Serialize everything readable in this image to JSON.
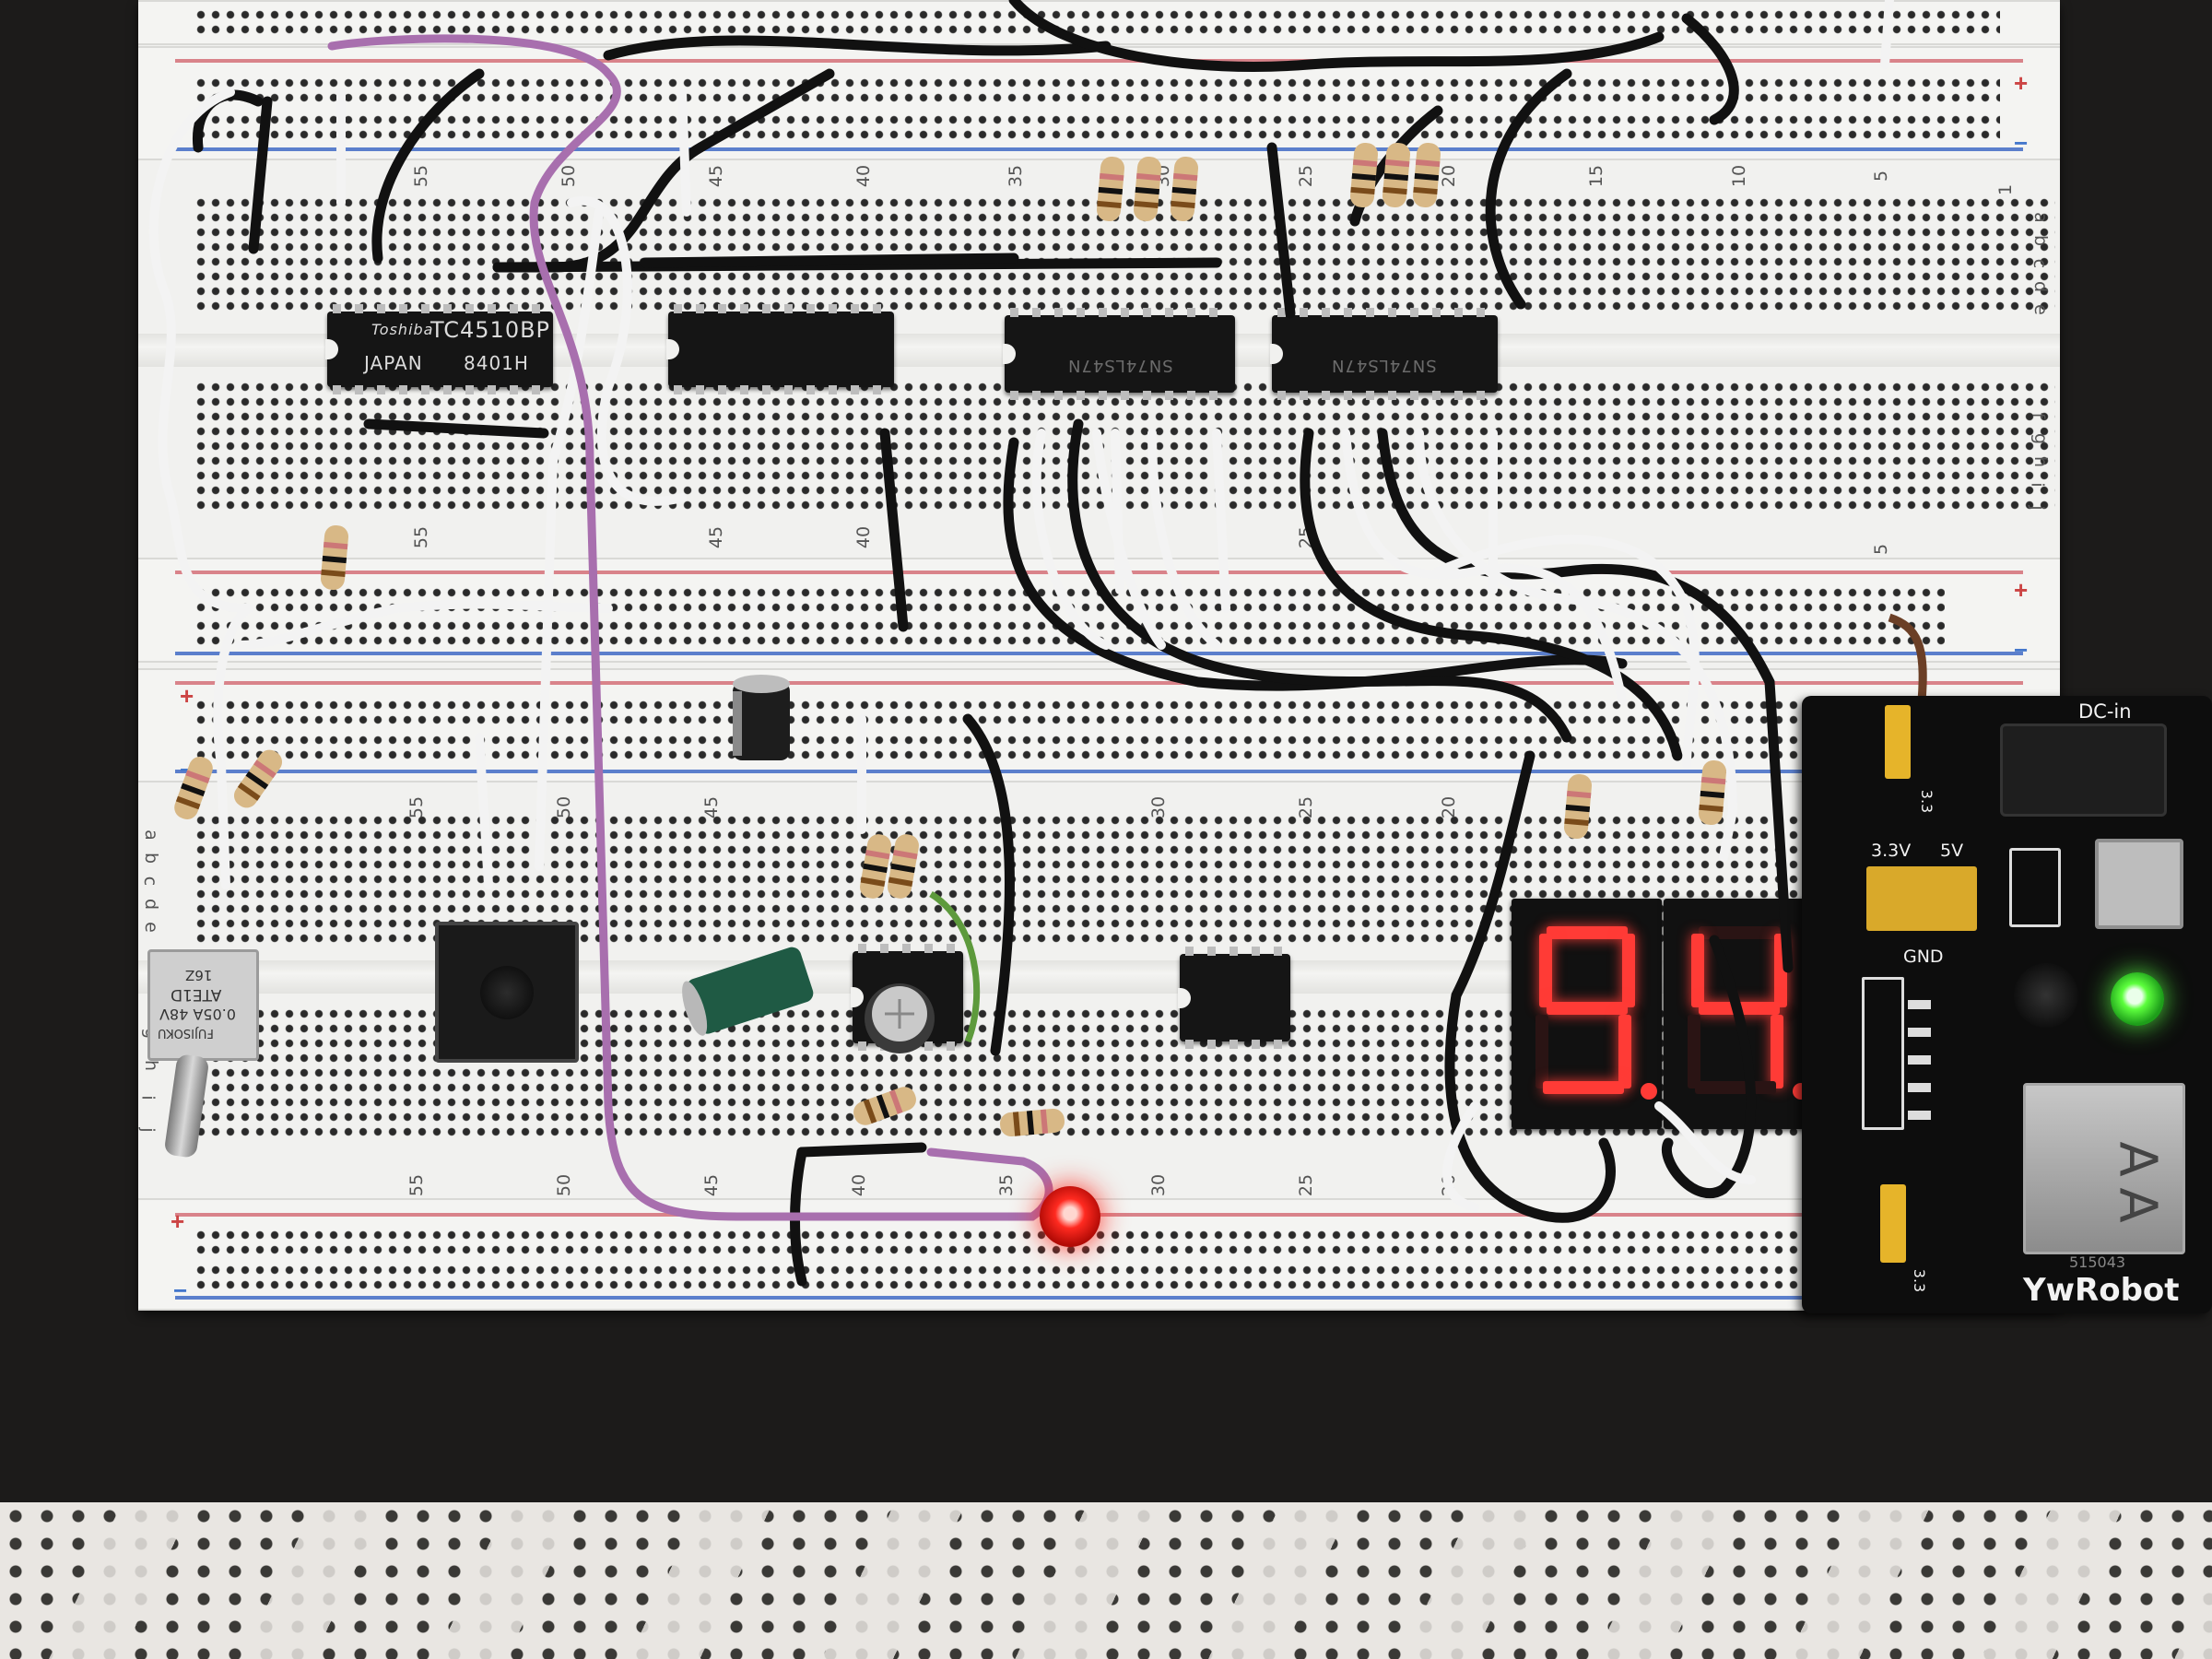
{
  "scene": {
    "description_labels": {
      "ic_1_brand": "Toshiba",
      "ic_1_part": "TC4510BP",
      "ic_1_origin": "JAPAN",
      "ic_1_code": "8401H",
      "ic_3_part": "SN74LS47N",
      "ic_4_part": "SN74LS47N"
    },
    "display": {
      "left_digit": "9",
      "right_digit": "4"
    },
    "power_module": {
      "dc_label": "DC-in",
      "v33_label": "3.3V",
      "v5_label": "5V",
      "gnd_label": "GND",
      "jumper_top_label": "3.3",
      "jumper_bottom_label": "3.3",
      "serial": "515043",
      "brand": "YwRobot"
    },
    "toggle_switch": {
      "line1": "FUJISOKU",
      "line2": "0.05A 48V",
      "line3": "ATE1D",
      "line4": "16Z"
    },
    "column_numbers": [
      "55",
      "50",
      "45",
      "40",
      "35",
      "30",
      "25",
      "20",
      "15",
      "10",
      "5",
      "1"
    ],
    "row_letters_top": [
      "a",
      "b",
      "c",
      "d",
      "e"
    ],
    "row_letters_bottom": [
      "f",
      "g",
      "h",
      "i",
      "j"
    ],
    "colors": {
      "led_red": "#ff3b36",
      "led_green": "#5dff3d",
      "board": "#f1f1ef",
      "wire_black": "#111111",
      "wire_white": "#f3f3f3",
      "wire_purple": "#a86fae"
    }
  }
}
